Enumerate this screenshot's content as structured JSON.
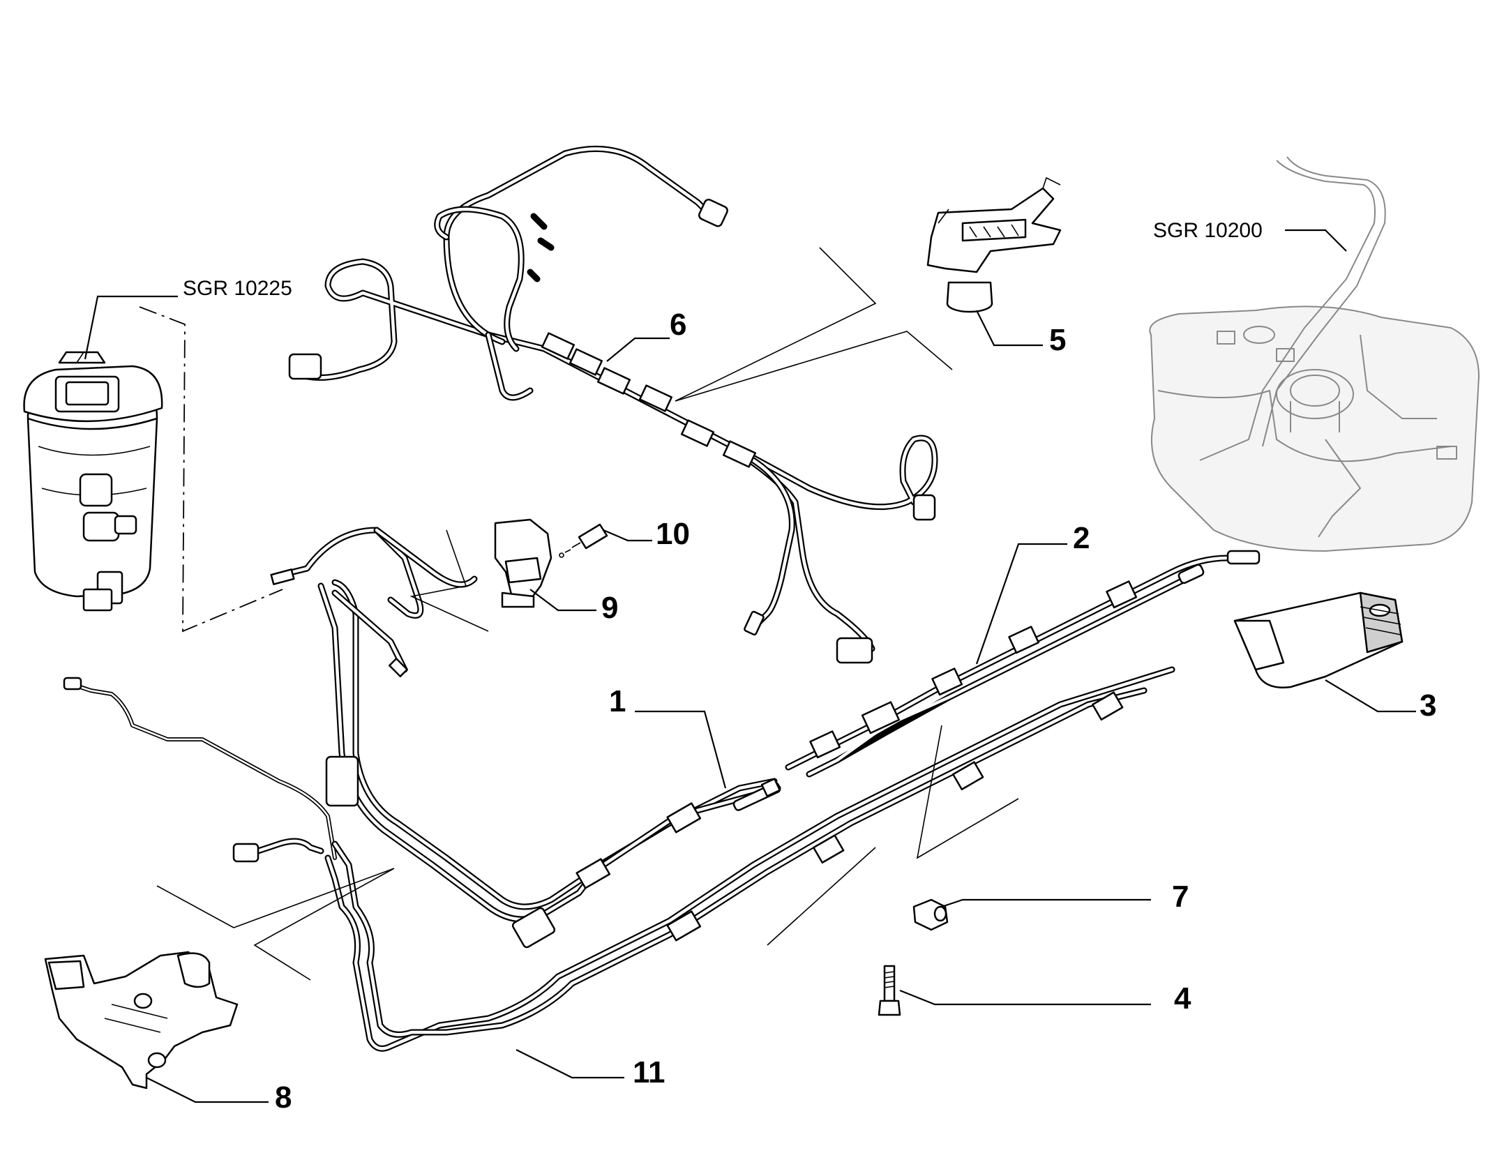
{
  "callouts": [
    {
      "id": "1",
      "label": "1"
    },
    {
      "id": "2",
      "label": "2"
    },
    {
      "id": "3",
      "label": "3"
    },
    {
      "id": "4",
      "label": "4"
    },
    {
      "id": "5",
      "label": "5"
    },
    {
      "id": "6",
      "label": "6"
    },
    {
      "id": "7",
      "label": "7"
    },
    {
      "id": "8",
      "label": "8"
    },
    {
      "id": "9",
      "label": "9"
    },
    {
      "id": "10",
      "label": "10"
    },
    {
      "id": "11",
      "label": "11"
    }
  ],
  "references": {
    "fuel_filter": "SGR 10225",
    "fuel_tank": "SGR 10200"
  }
}
